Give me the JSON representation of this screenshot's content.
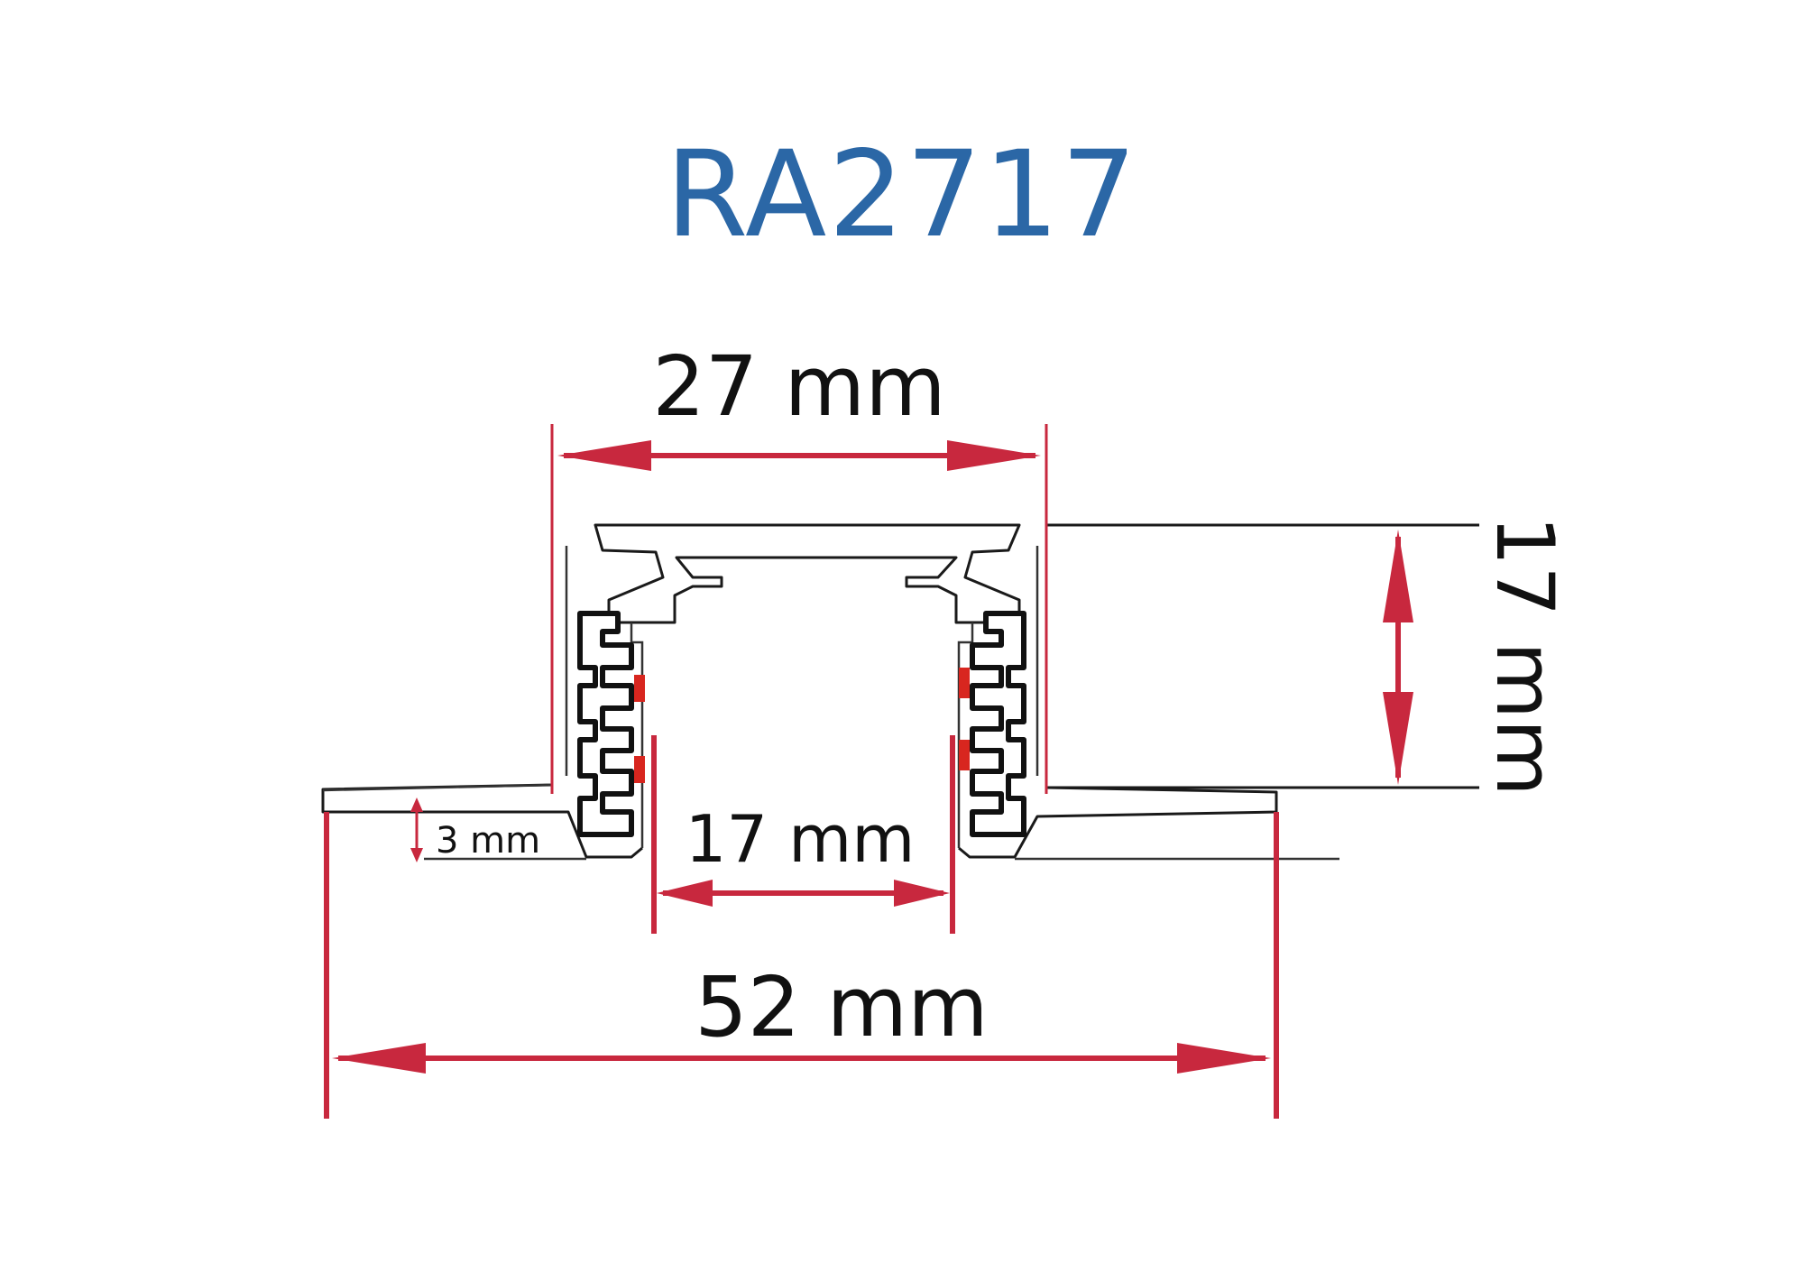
{
  "title": "RA2717",
  "colors": {
    "title": "#2b67a6",
    "dimension": "#c8283e",
    "contact": "#d8261f",
    "outline": "#1a1a1a"
  },
  "dimensions": {
    "top_width": "27 mm",
    "height": "17 mm",
    "opening": "17 mm",
    "total_width": "52 mm",
    "flange": "3 mm"
  }
}
